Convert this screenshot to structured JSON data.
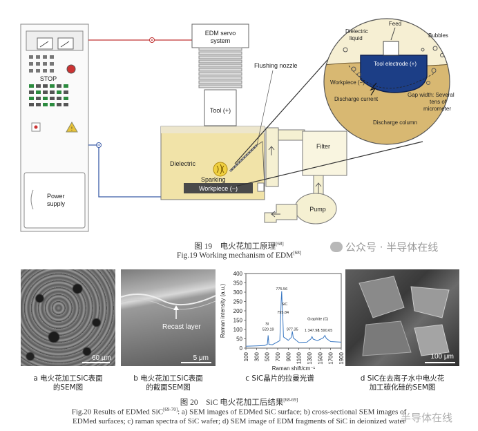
{
  "fig19": {
    "labels": {
      "edm_servo": [
        "EDM servo",
        "system"
      ],
      "flushing_nozzle": "Flushing nozzle",
      "tool": "Tool (+)",
      "dielectric": "Dielectric",
      "sparking": "Sparking",
      "workpiece": "Workpiece (−)",
      "filter": "Filter",
      "pump": "Pump",
      "power_supply": [
        "Power",
        "supply"
      ],
      "stop": "STOP",
      "feed": "Feed",
      "dielectric_liquid": [
        "Dielectric",
        "liquid"
      ],
      "bubbles": "Bubbles",
      "tool_electrode": "Tool electrode (+)",
      "workpiece_inset": "Workpiece (−)",
      "discharge_current": "Discharge current",
      "gap_width": [
        "Gap width: Several",
        "tens of",
        "micrometer"
      ],
      "discharge_column": "Discharge column"
    },
    "caption_cn": "图 19　电火花加工原理",
    "caption_cn_ref": "[68]",
    "caption_en": "Fig.19 Working mechanism of EDM",
    "caption_en_ref": "[68]"
  },
  "watermark_1": "公众号 · 半导体在线",
  "watermark_2": "半导体在线",
  "fig20": {
    "panel_a": {
      "scale": "60 μm",
      "caption": [
        "a 电火花加工SiC表面",
        "的SEM图"
      ]
    },
    "panel_b": {
      "scale": "5 μm",
      "label": "Recast layer",
      "caption": [
        "b 电火花加工SiC表面",
        "的截面SEM图"
      ]
    },
    "panel_c": {
      "caption": [
        "c SiC晶片的拉曼光谱"
      ]
    },
    "panel_d": {
      "scale": "100 μm",
      "caption": [
        "d SiC在去离子水中电火花",
        "加工碳化硅的SEM图"
      ]
    },
    "caption_cn": "图 20　SiC 电火花加工后结果",
    "caption_cn_ref": "[68-69]",
    "caption_en_1a": "Fig.20 Results of EDMed SiC",
    "caption_en_1ref": "[69-70]",
    "caption_en_1b": ": a) SEM images of EDMed SiC surface; b) cross-sectional SEM images of",
    "caption_en_2": "EDMed surfaces; c) raman spectra of SiC wafer; d) SEM image of EDM fragments of SiC in deionized water"
  },
  "chart_data": {
    "type": "line",
    "xlabel": "Raman shift/cm⁻¹",
    "ylabel": "Raman intensity (a.u.)",
    "xlim": [
      100,
      1900
    ],
    "ylim": [
      0,
      400
    ],
    "x_ticks": [
      100,
      300,
      500,
      700,
      900,
      1100,
      1300,
      1500,
      1700,
      1900
    ],
    "y_ticks": [
      0,
      50,
      100,
      150,
      200,
      250,
      300,
      350,
      400
    ],
    "color": "#3a78c2",
    "series": [
      {
        "x": [
          100,
          300,
          450,
          505,
          520,
          535,
          600,
          740,
          765,
          775,
          790,
          800,
          795,
          810,
          900,
          960,
          977,
          995,
          1100,
          1250,
          1330,
          1348,
          1370,
          1450,
          1560,
          1591,
          1620,
          1700,
          1900
        ],
        "y": [
          10,
          12,
          14,
          20,
          68,
          20,
          18,
          40,
          250,
          305,
          195,
          175,
          180,
          60,
          42,
          58,
          90,
          55,
          30,
          32,
          50,
          62,
          48,
          40,
          55,
          68,
          52,
          35,
          32
        ]
      }
    ],
    "annotations": [
      {
        "text": "775.56",
        "x": 775,
        "y": 312
      },
      {
        "text": "795.84",
        "x": 800,
        "y": 185
      },
      {
        "text": "SiC",
        "x": 830,
        "y": 230
      },
      {
        "text": "Si",
        "x": 500,
        "y": 125
      },
      {
        "text": "520.19",
        "x": 520,
        "y": 95
      },
      {
        "text": "977.35",
        "x": 977,
        "y": 95
      },
      {
        "text": "Graphite (C)",
        "x": 1460,
        "y": 150
      },
      {
        "text": "1 347.98",
        "x": 1348,
        "y": 88
      },
      {
        "text": "1 590.65",
        "x": 1595,
        "y": 88
      }
    ]
  }
}
